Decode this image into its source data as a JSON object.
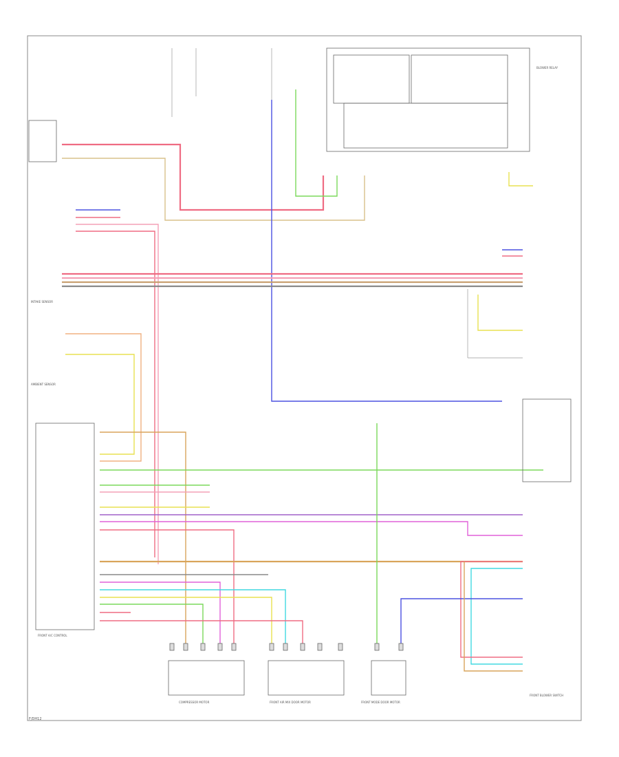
{
  "diagram": {
    "footer_label": "F/DH12",
    "module_title": "FRONT A/C CONTROL",
    "components": {
      "motor1": "COMPRESSOR MOTOR",
      "motor2": "FRONT AIR MIX DOOR MOTOR",
      "motor3": "FRONT MODE DOOR MOTOR",
      "switch": "FRONT BLOWER SWITCH",
      "sensor_left": "AMBIENT SENSOR",
      "intake": "INTAKE SENSOR",
      "relay": "BLOWER RELAY"
    }
  },
  "colors": {
    "red": "#ef6b82",
    "pink": "#f4a0b6",
    "orange": "#d9a45a",
    "tan": "#c8a070",
    "yellow": "#e8e050",
    "green": "#7ad85a",
    "blue": "#4a50e0",
    "purple": "#a060c8",
    "magenta": "#e060d8",
    "cyan": "#40d8e0",
    "gray": "#bdbdbd",
    "black": "#444444"
  }
}
